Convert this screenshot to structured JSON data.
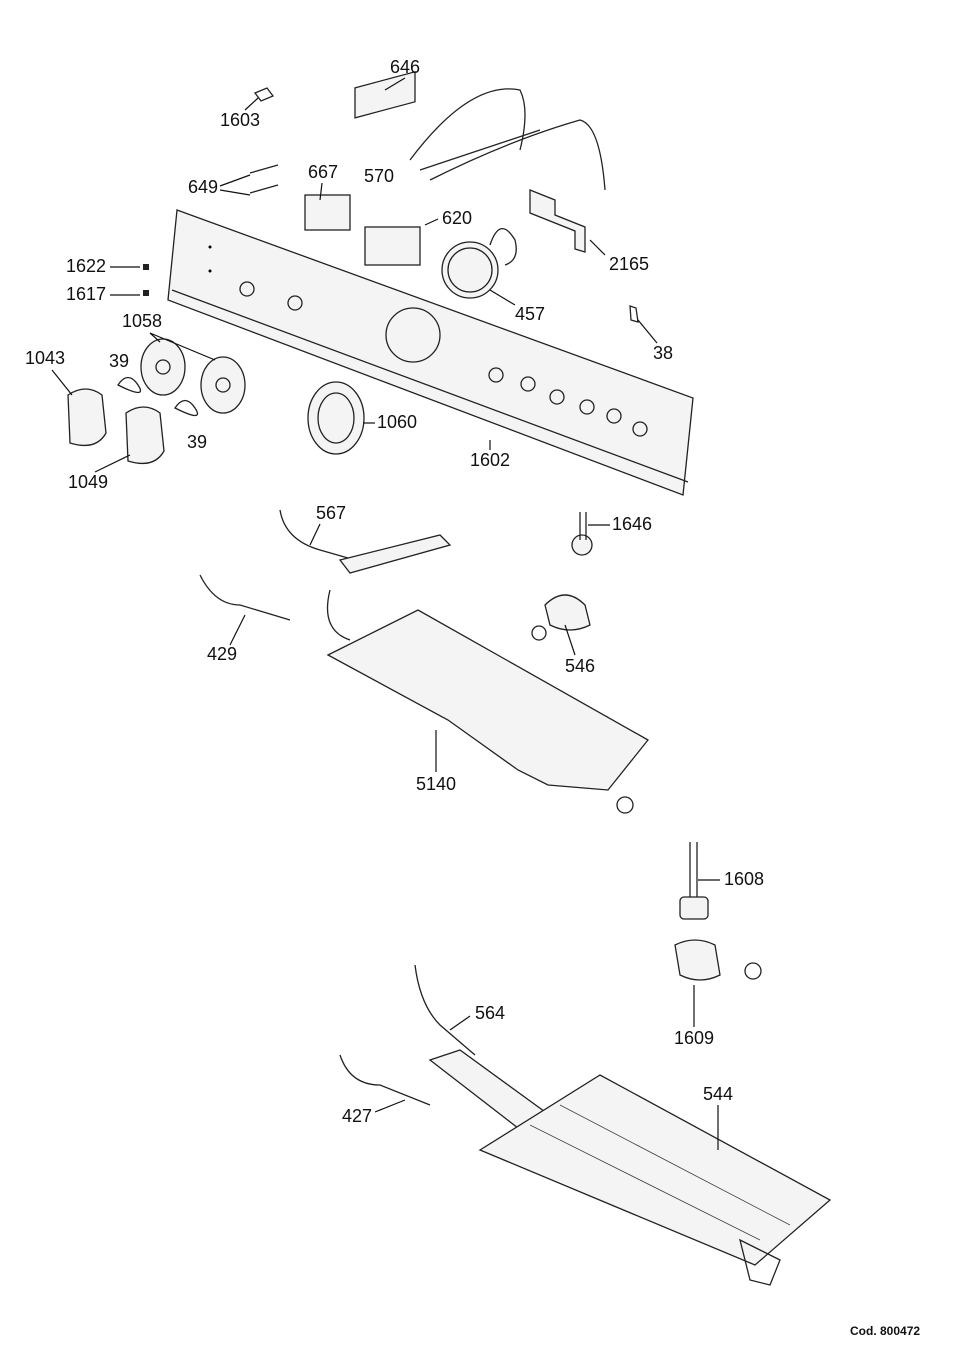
{
  "diagram": {
    "part_labels": [
      "646",
      "1603",
      "649",
      "667",
      "570",
      "620",
      "2165",
      "1622",
      "1617",
      "457",
      "1058",
      "38",
      "1043",
      "39",
      "39",
      "1060",
      "1602",
      "1049",
      "567",
      "1646",
      "429",
      "546",
      "5140",
      "1608",
      "1609",
      "564",
      "544",
      "427"
    ],
    "code": "Cod. 800472"
  }
}
